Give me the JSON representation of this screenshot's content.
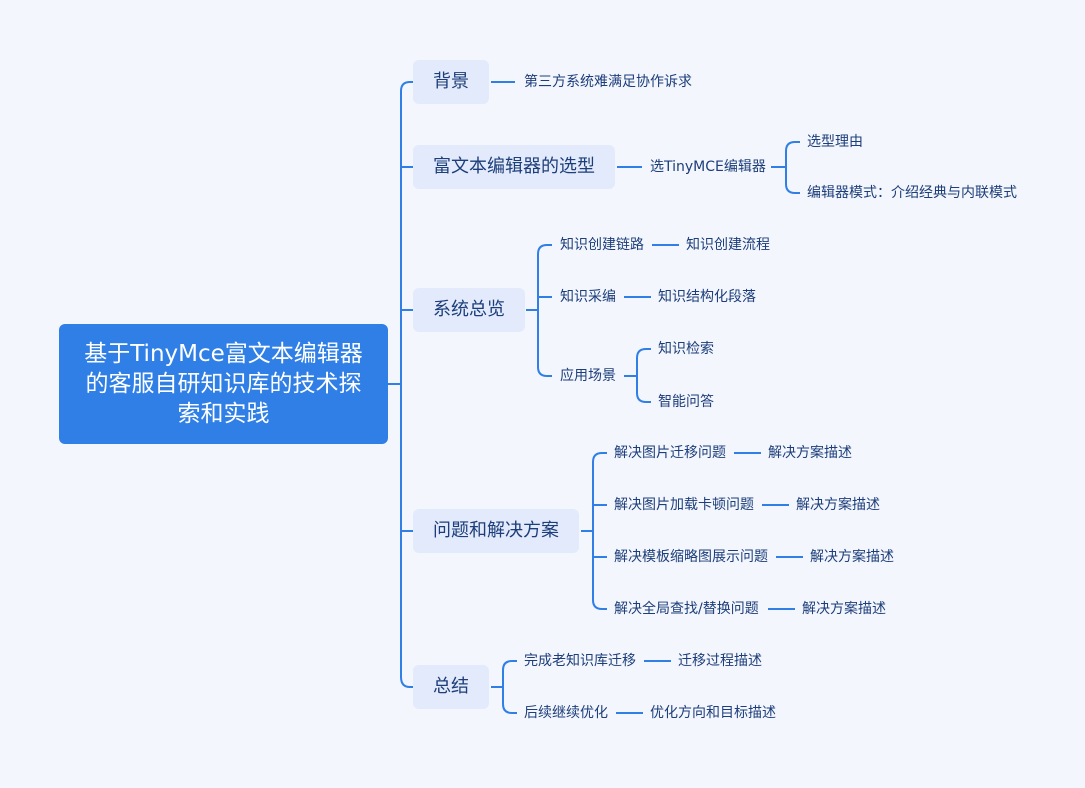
{
  "root": {
    "title": "基于TinyMce富文本编辑器的客服自研知识库的技术探索和实践"
  },
  "branches": [
    {
      "label": "背景",
      "children": [
        {
          "label": "第三方系统难满足协作诉求"
        }
      ]
    },
    {
      "label": "富文本编辑器的选型",
      "children": [
        {
          "label": "选TinyMCE编辑器",
          "children": [
            {
              "label": "选型理由"
            },
            {
              "label": "编辑器模式：介绍经典与内联模式"
            }
          ]
        }
      ]
    },
    {
      "label": "系统总览",
      "children": [
        {
          "label": "知识创建链路",
          "children": [
            {
              "label": "知识创建流程"
            }
          ]
        },
        {
          "label": "知识采编",
          "children": [
            {
              "label": "知识结构化段落"
            }
          ]
        },
        {
          "label": "应用场景",
          "children": [
            {
              "label": "知识检索"
            },
            {
              "label": "智能问答"
            }
          ]
        }
      ]
    },
    {
      "label": "问题和解决方案",
      "children": [
        {
          "label": "解决图片迁移问题",
          "children": [
            {
              "label": "解决方案描述"
            }
          ]
        },
        {
          "label": "解决图片加载卡顿问题",
          "children": [
            {
              "label": "解决方案描述"
            }
          ]
        },
        {
          "label": "解决模板缩略图展示问题",
          "children": [
            {
              "label": "解决方案描述"
            }
          ]
        },
        {
          "label": "解决全局查找/替换问题",
          "children": [
            {
              "label": "解决方案描述"
            }
          ]
        }
      ]
    },
    {
      "label": "总结",
      "children": [
        {
          "label": "完成老知识库迁移",
          "children": [
            {
              "label": "迁移过程描述"
            }
          ]
        },
        {
          "label": "后续继续优化",
          "children": [
            {
              "label": "优化方向和目标描述"
            }
          ]
        }
      ]
    }
  ],
  "colors": {
    "accent": "#2f7fe6",
    "branch_bg": "#e3eafb",
    "text": "#1c3e7a",
    "background": "#f4f6fd"
  }
}
